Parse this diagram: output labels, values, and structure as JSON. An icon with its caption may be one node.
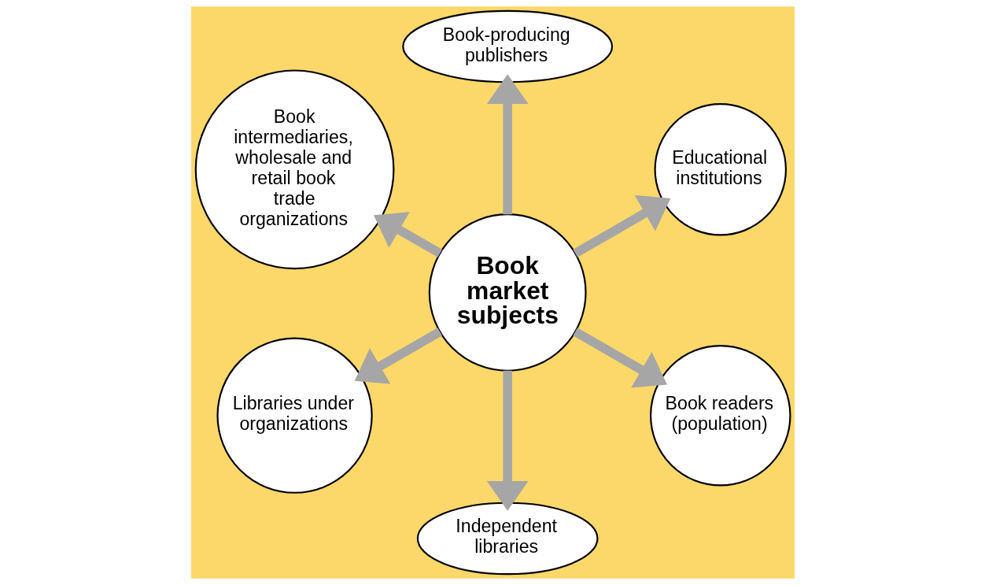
{
  "diagram": {
    "nodes": [
      {
        "text": [
          "Educational institutions"
        ]
      },
      {
        "text": [
          "Book-producing publishers"
        ]
      },
      {
        "text": [
          "Book intermediaries, wholesale and retail book trade organizations"
        ]
      },
      {
        "text": [
          "Book market subjects"
        ]
      },
      {
        "text": [
          "Libraries under organizations"
        ]
      },
      {
        "text": [
          "Independent libraries"
        ]
      },
      {
        "text": [
          "Book readers (population)"
        ]
      }
    ],
    "edges": [
      {
        "from": 3,
        "to": 0,
        "arrow": "to"
      },
      {
        "from": 3,
        "to": 1,
        "arrow": "to"
      },
      {
        "from": 3,
        "to": 2,
        "arrow": "to"
      },
      {
        "from": 3,
        "to": 4,
        "arrow": "to"
      },
      {
        "from": 3,
        "to": 5,
        "arrow": "to"
      },
      {
        "from": 3,
        "to": 6,
        "arrow": "to"
      }
    ]
  }
}
